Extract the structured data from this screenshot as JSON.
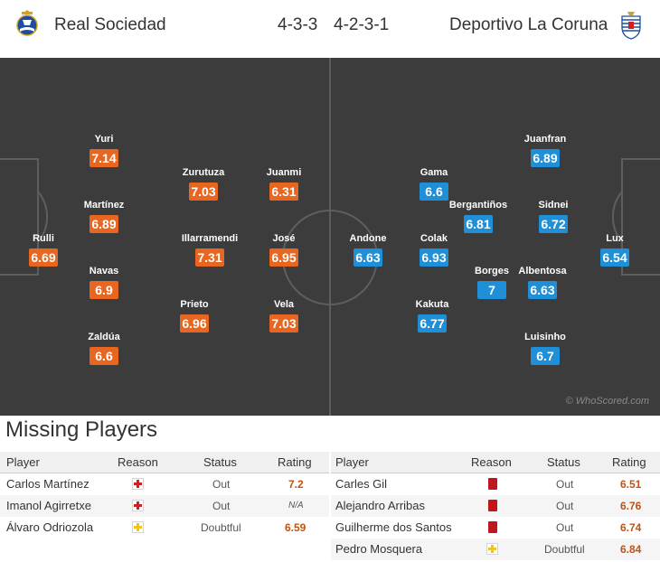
{
  "header": {
    "home_team": "Real Sociedad",
    "home_formation": "4-3-3",
    "away_formation": "4-2-3-1",
    "away_team": "Deportivo La Coruna"
  },
  "pitch": {
    "watermark": "© WhoScored.com",
    "home_players": [
      {
        "name": "Rulli",
        "rating": "6.69"
      },
      {
        "name": "Yuri",
        "rating": "7.14"
      },
      {
        "name": "Martínez",
        "rating": "6.89"
      },
      {
        "name": "Navas",
        "rating": "6.9"
      },
      {
        "name": "Zaldúa",
        "rating": "6.6"
      },
      {
        "name": "Zurutuza",
        "rating": "7.03"
      },
      {
        "name": "Illarramendi",
        "rating": "7.31"
      },
      {
        "name": "Prieto",
        "rating": "6.96"
      },
      {
        "name": "Juanmi",
        "rating": "6.31"
      },
      {
        "name": "José",
        "rating": "6.95"
      },
      {
        "name": "Vela",
        "rating": "7.03"
      }
    ],
    "away_players": [
      {
        "name": "Andone",
        "rating": "6.63"
      },
      {
        "name": "Gama",
        "rating": "6.6"
      },
      {
        "name": "Colak",
        "rating": "6.93"
      },
      {
        "name": "Kakuta",
        "rating": "6.77"
      },
      {
        "name": "Bergantiños",
        "rating": "6.81"
      },
      {
        "name": "Borges",
        "rating": "7"
      },
      {
        "name": "Juanfran",
        "rating": "6.89"
      },
      {
        "name": "Sidnei",
        "rating": "6.72"
      },
      {
        "name": "Albentosa",
        "rating": "6.63"
      },
      {
        "name": "Luisinho",
        "rating": "6.7"
      },
      {
        "name": "Lux",
        "rating": "6.54"
      }
    ]
  },
  "missing": {
    "title": "Missing Players",
    "headers": {
      "player": "Player",
      "reason": "Reason",
      "status": "Status",
      "rating": "Rating"
    },
    "home": [
      {
        "player": "Carlos Martínez",
        "reason": "injury-icon",
        "status": "Out",
        "rating": "7.2"
      },
      {
        "player": "Imanol Agirretxe",
        "reason": "injury-icon",
        "status": "Out",
        "rating": "N/A"
      },
      {
        "player": "Álvaro Odriozola",
        "reason": "doubtful-icon",
        "status": "Doubtful",
        "rating": "6.59"
      }
    ],
    "away": [
      {
        "player": "Carles Gil",
        "reason": "red-card-icon",
        "status": "Out",
        "rating": "6.51"
      },
      {
        "player": "Alejandro Arribas",
        "reason": "red-card-icon",
        "status": "Out",
        "rating": "6.76"
      },
      {
        "player": "Guilherme dos Santos",
        "reason": "red-card-icon",
        "status": "Out",
        "rating": "6.74"
      },
      {
        "player": "Pedro Mosquera",
        "reason": "doubtful-icon",
        "status": "Doubtful",
        "rating": "6.84"
      }
    ]
  },
  "colors": {
    "home_rating": "#e8661f",
    "away_rating": "#1f8fd8",
    "pitch": "#3c3c3c"
  }
}
